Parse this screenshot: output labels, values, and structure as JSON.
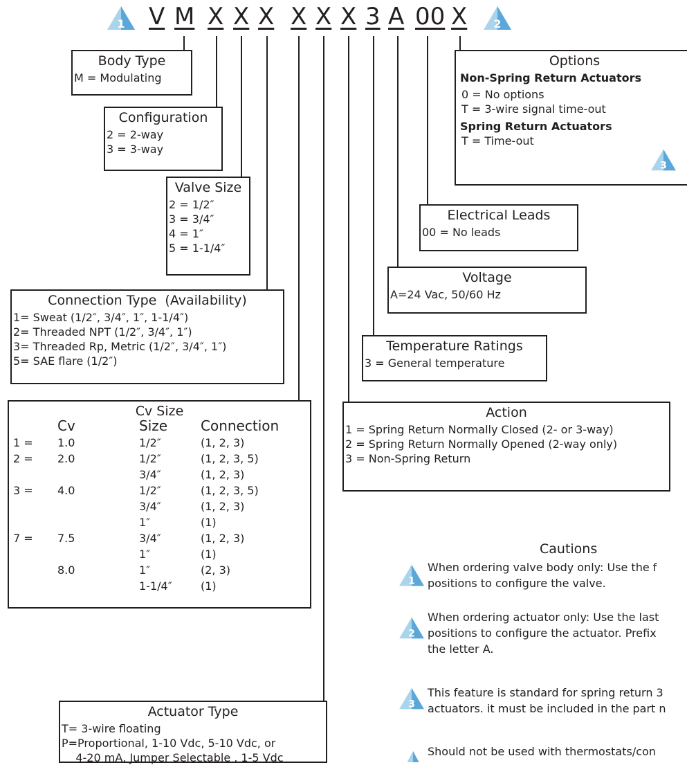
{
  "model_code": {
    "chars": [
      "V",
      "M",
      "X",
      "X",
      "X",
      "X",
      "X",
      "X",
      "3",
      "A",
      "00",
      "X"
    ],
    "marker_left": "1",
    "marker_right": "2"
  },
  "body_type": {
    "title": "Body Type",
    "rows": [
      "M = Modulating"
    ]
  },
  "configuration": {
    "title": "Configuration",
    "rows": [
      "2 = 2-way",
      "3 = 3-way"
    ]
  },
  "valve_size": {
    "title": "Valve Size",
    "rows": [
      "2 = 1/2″",
      "3 = 3/4″",
      "4 = 1″",
      "5 = 1-1/4″"
    ]
  },
  "connection_type": {
    "title": "Connection Type  (Availability)",
    "rows": [
      "1= Sweat (1/2″, 3/4″, 1″, 1-1/4″)",
      "2= Threaded NPT (1/2″, 3/4″, 1″)",
      "3= Threaded Rp, Metric (1/2″, 3/4″, 1″)",
      "5= SAE flare (1/2″)"
    ]
  },
  "cv_size": {
    "title": "Cv Size",
    "headers": {
      "cv": "Cv",
      "size": "Size",
      "connection": "Connection"
    },
    "rows": [
      {
        "code": "1 =",
        "cv": "1.0",
        "size": "1/2″",
        "conn": "(1, 2, 3)"
      },
      {
        "code": "2 =",
        "cv": "2.0",
        "size": "1/2″",
        "conn": "(1, 2, 3, 5)"
      },
      {
        "code": "",
        "cv": "",
        "size": "3/4″",
        "conn": "(1, 2, 3)"
      },
      {
        "code": "3 =",
        "cv": "4.0",
        "size": "1/2″",
        "conn": "(1, 2, 3, 5)"
      },
      {
        "code": "",
        "cv": "",
        "size": "3/4″",
        "conn": "(1, 2, 3)"
      },
      {
        "code": "",
        "cv": "",
        "size": "1″",
        "conn": "(1)"
      },
      {
        "code": "7 =",
        "cv": "7.5",
        "size": "3/4″",
        "conn": "(1, 2, 3)"
      },
      {
        "code": "",
        "cv": "",
        "size": "1″",
        "conn": "(1)"
      },
      {
        "code": "",
        "cv": "8.0",
        "size": "1″",
        "conn": "(2, 3)"
      },
      {
        "code": "",
        "cv": "",
        "size": "1-1/4″",
        "conn": "(1)"
      }
    ]
  },
  "actuator_type": {
    "title": "Actuator Type",
    "rows": [
      "T= 3-wire floating",
      "P=Proportional, 1-10 Vdc, 5-10 Vdc, or",
      "    4-20 mA, Jumper Selectable , 1-5 Vdc"
    ]
  },
  "options": {
    "title": "Options",
    "non_spring_heading": "Non-Spring Return Actuators",
    "non_spring_rows": [
      "0 = No options",
      "T = 3-wire signal time-out"
    ],
    "spring_heading": "Spring Return Actuators",
    "spring_rows": [
      "T = Time-out"
    ],
    "marker": "3"
  },
  "electrical_leads": {
    "title": "Electrical Leads",
    "rows": [
      "00 = No leads"
    ]
  },
  "voltage": {
    "title": "Voltage",
    "rows": [
      "A=24 Vac, 50/60 Hz"
    ]
  },
  "temperature": {
    "title": "Temperature Ratings",
    "rows": [
      "3 = General temperature"
    ]
  },
  "action": {
    "title": "Action",
    "rows": [
      "1 = Spring Return Normally Closed (2- or 3-way)",
      "2 = Spring Return Normally Opened (2-way only)",
      "3 = Non-Spring Return"
    ]
  },
  "cautions": {
    "title": "Cautions",
    "items": [
      {
        "marker": "1",
        "lines": [
          "When ordering valve body only: Use the f",
          "positions to configure the valve."
        ]
      },
      {
        "marker": "2",
        "lines": [
          "When ordering actuator only: Use the last",
          "positions to configure the actuator. Prefix",
          "the letter A."
        ]
      },
      {
        "marker": "3",
        "lines": [
          "This feature is standard for spring return 3",
          "actuators. it must be included in the part n"
        ]
      },
      {
        "marker": "",
        "lines": [
          "Should not be used with thermostats/con"
        ]
      }
    ]
  },
  "colors": {
    "triangle_light": "#a9d4ec",
    "triangle_dark": "#2f8fcb",
    "ink": "#231f20"
  }
}
